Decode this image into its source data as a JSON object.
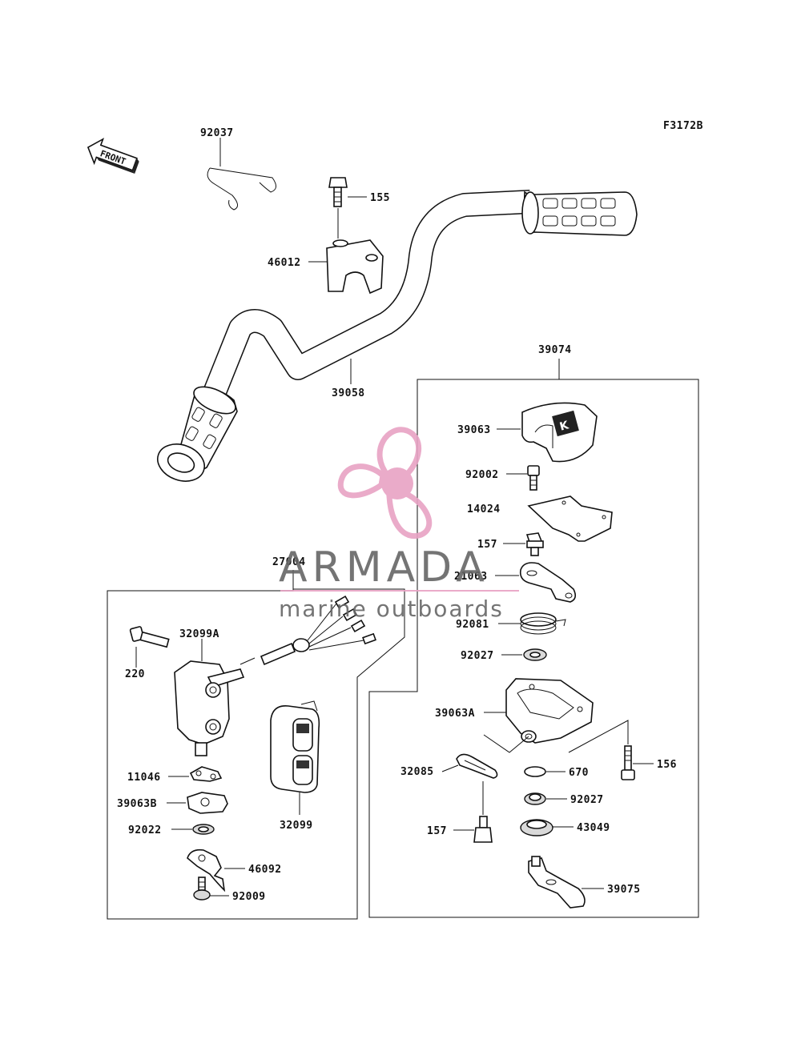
{
  "diagram": {
    "figure_code": "F3172B",
    "front_label": "FRONT",
    "parts": [
      {
        "id": "p92037",
        "number": "92037"
      },
      {
        "id": "p155",
        "number": "155"
      },
      {
        "id": "p46012",
        "number": "46012"
      },
      {
        "id": "p39058",
        "number": "39058"
      },
      {
        "id": "p39074",
        "number": "39074"
      },
      {
        "id": "p39063",
        "number": "39063"
      },
      {
        "id": "p92002",
        "number": "92002"
      },
      {
        "id": "p14024",
        "number": "14024"
      },
      {
        "id": "p157a",
        "number": "157"
      },
      {
        "id": "p21063",
        "number": "21063"
      },
      {
        "id": "p92081",
        "number": "92081"
      },
      {
        "id": "p92027a",
        "number": "92027"
      },
      {
        "id": "p39063A",
        "number": "39063A"
      },
      {
        "id": "p156",
        "number": "156"
      },
      {
        "id": "p32085",
        "number": "32085"
      },
      {
        "id": "p670",
        "number": "670"
      },
      {
        "id": "p92027b",
        "number": "92027"
      },
      {
        "id": "p157b",
        "number": "157"
      },
      {
        "id": "p43049",
        "number": "43049"
      },
      {
        "id": "p39075",
        "number": "39075"
      },
      {
        "id": "p27004",
        "number": "27004"
      },
      {
        "id": "p32099A",
        "number": "32099A"
      },
      {
        "id": "p220",
        "number": "220"
      },
      {
        "id": "p32099",
        "number": "32099"
      },
      {
        "id": "p11046",
        "number": "11046"
      },
      {
        "id": "p39063B",
        "number": "39063B"
      },
      {
        "id": "p92022",
        "number": "92022"
      },
      {
        "id": "p46092",
        "number": "46092"
      },
      {
        "id": "p92009",
        "number": "92009"
      }
    ]
  },
  "watermark": {
    "brand": "ARMADA",
    "tagline": "marine outboards",
    "brand_color": "#e8a3c4",
    "text_color": "#666666"
  }
}
